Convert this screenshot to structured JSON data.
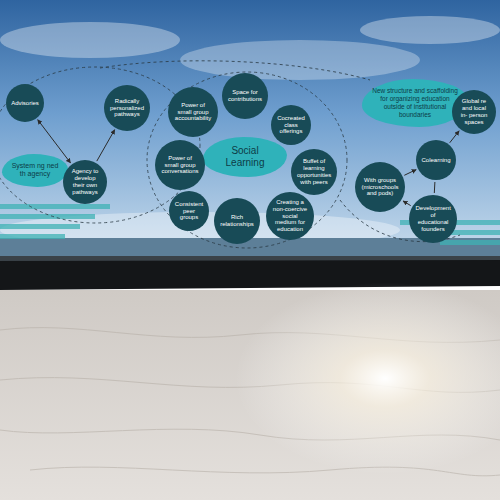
{
  "diagram": {
    "nodes": [
      {
        "text": [
          "System ng ned th agency"
        ]
      },
      {
        "text": [
          "Advisories"
        ]
      },
      {
        "text": [
          "Radically personalized pathways"
        ]
      },
      {
        "text": [
          "Agency to develop their own pathways"
        ]
      },
      {
        "text": [
          "Power of small group accountability"
        ]
      },
      {
        "text": [
          "Space for contributions"
        ]
      },
      {
        "text": [
          "Social Learning"
        ]
      },
      {
        "text": [
          "Cocreated class offerings"
        ]
      },
      {
        "text": [
          "Power of small group conversations"
        ]
      },
      {
        "text": [
          "Buffet of learning opportunities with peers"
        ]
      },
      {
        "text": [
          "Consistent peer groups"
        ]
      },
      {
        "text": [
          "Rich relationships"
        ]
      },
      {
        "text": [
          "Creating a non-coercive social medium for education"
        ]
      },
      {
        "text": [
          "New structure and scaffolding for organizing education outside of institutional boundaries"
        ]
      },
      {
        "text": [
          "Global re and local in- person spaces"
        ]
      },
      {
        "text": [
          "Colearning"
        ]
      },
      {
        "text": [
          "With groups (microschools and pods)"
        ]
      },
      {
        "text": [
          "Development of educational founders"
        ]
      }
    ],
    "edges": [
      {
        "from": 1,
        "to": 3,
        "arrow": "both"
      },
      {
        "from": 3,
        "to": 2,
        "arrow": "to"
      },
      {
        "from": 0,
        "to": 3,
        "arrow": "none"
      },
      {
        "from": 15,
        "to": 14,
        "arrow": "to"
      },
      {
        "from": 16,
        "to": 15,
        "arrow": "to"
      },
      {
        "from": 15,
        "to": 17,
        "arrow": "none"
      },
      {
        "from": 17,
        "to": 16,
        "arrow": "to"
      }
    ]
  }
}
